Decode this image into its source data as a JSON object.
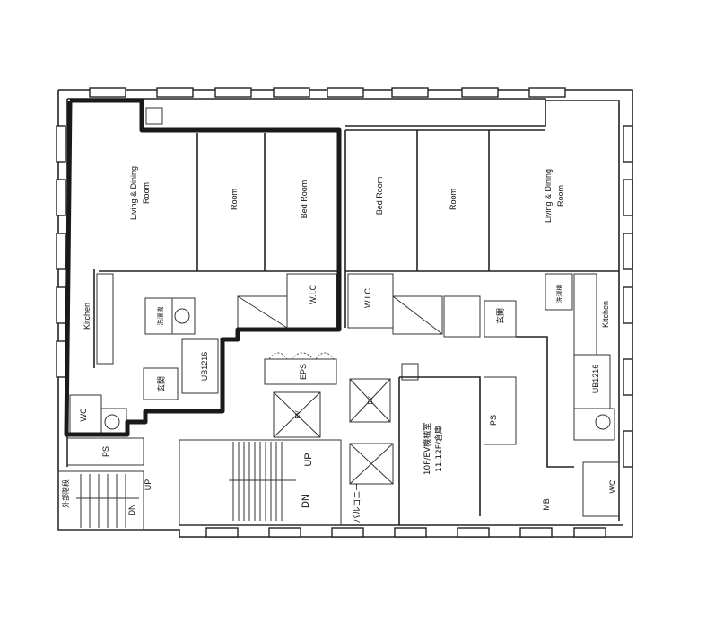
{
  "plan": {
    "left_unit": {
      "living": "Living & Dining",
      "living2": "Room",
      "room": "Room",
      "bedroom": "Bed Room",
      "wic": "W.I.C",
      "kitchen": "Kitchen",
      "laundry": "洗濯機",
      "bath": "UB1216",
      "entrance": "玄関",
      "wc": "WC",
      "ps": "PS"
    },
    "right_unit": {
      "living": "Living & Dining",
      "living2": "Room",
      "room": "Room",
      "bedroom": "Bed Room",
      "wic": "W.I.C",
      "kitchen": "Kitchen",
      "laundry": "洗濯機",
      "bath": "UB1216",
      "entrance": "玄関",
      "wc": "WC"
    },
    "core": {
      "eps": "EPS",
      "ev1": "EV",
      "ev2": "EV",
      "machine_room_1": "10F/EV機械室",
      "machine_room_2": "11,12F/倉庫",
      "ps": "PS",
      "stair_up": "UP",
      "stair_dn": "DN",
      "balcony": "バルコニー",
      "mb": "MB",
      "ext_stairs": "外部階段",
      "ext_up": "UP",
      "ext_dn": "DN"
    },
    "highlight_color": "#1a1a1a"
  }
}
